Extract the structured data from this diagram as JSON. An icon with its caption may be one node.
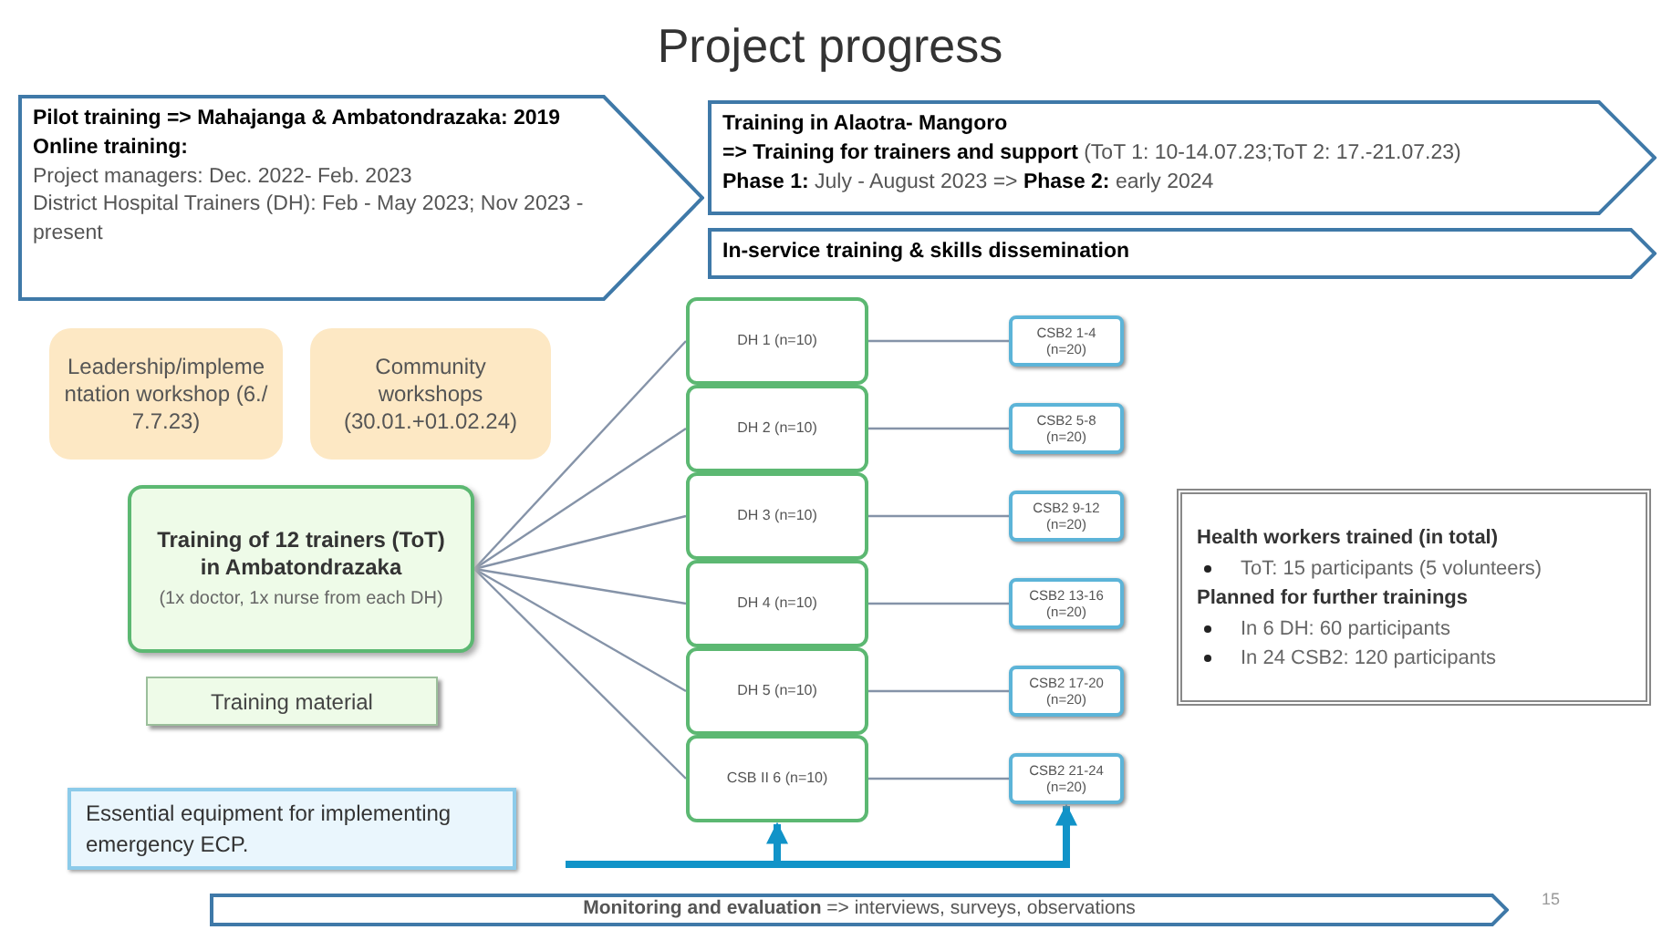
{
  "diagram": {
    "title": "Project progress",
    "nodes": [
      {
        "text": [
          "Pilot training => Mahajanga & Ambatondrazaka: 2019",
          "Online training:",
          "Project managers: Dec. 2022- Feb. 2023",
          "District Hospital Trainers (DH): Feb - May 2023; Nov 2023 - present"
        ]
      },
      {
        "text": [
          "Training in Alaotra- Mangoro",
          "**=> Training for trainers and support** (ToT 1: 10-14.07.23;ToT 2: 17.-21.07.23)",
          "**Phase 1:** July - August 2023 => **Phase 2:** early 2024"
        ]
      },
      {
        "text": [
          "In-service training & skills dissemination"
        ]
      },
      {
        "text": [
          "Leadership/implementation workshop (6./7.7.23)"
        ]
      },
      {
        "text": [
          "Community workshops (30.01.+01.02.24)"
        ]
      },
      {
        "text": [
          "Training of 12 trainers (ToT) in Ambatondrazaka",
          "(1x doctor, 1x nurse from each DH)"
        ]
      },
      {
        "text": [
          "Training material"
        ]
      },
      {
        "text": [
          "DH 1 (n=10)"
        ]
      },
      {
        "text": [
          "DH 2 (n=10)"
        ]
      },
      {
        "text": [
          "DH 3 (n=10)"
        ]
      },
      {
        "text": [
          "DH 4 (n=10)"
        ]
      },
      {
        "text": [
          "DH 5 (n=10)"
        ]
      },
      {
        "text": [
          "CSB II 6 (n=10)"
        ]
      },
      {
        "text": [
          "CSB2 1-4 (n=20)"
        ]
      },
      {
        "text": [
          "CSB2 5-8 (n=20)"
        ]
      },
      {
        "text": [
          "CSB2 9-12 (n=20)"
        ]
      },
      {
        "text": [
          "CSB2 13-16 (n=20)"
        ]
      },
      {
        "text": [
          "CSB2 17-20 (n=20)"
        ]
      },
      {
        "text": [
          "CSB2 21-24 (n=20)"
        ]
      },
      {
        "text": [
          "Health workers trained (in total)",
          "ToT: 15 participants (5 volunteers)",
          "Planned for further trainings",
          "In 6 DH: 60 participants",
          "In 24 CSB2: 120 participants"
        ]
      },
      {
        "text": [
          "Essential equipment for implementing emergency ECP."
        ]
      },
      {
        "text": [
          "**Monitoring and evaluation** => interviews, surveys, observations"
        ]
      }
    ],
    "edges": [
      {
        "from": 5,
        "to": 7,
        "arrow": "none"
      },
      {
        "from": 5,
        "to": 8,
        "arrow": "none"
      },
      {
        "from": 5,
        "to": 9,
        "arrow": "none"
      },
      {
        "from": 5,
        "to": 10,
        "arrow": "none"
      },
      {
        "from": 5,
        "to": 11,
        "arrow": "none"
      },
      {
        "from": 5,
        "to": 12,
        "arrow": "none"
      },
      {
        "from": 7,
        "to": 13,
        "arrow": "none"
      },
      {
        "from": 8,
        "to": 14,
        "arrow": "none"
      },
      {
        "from": 9,
        "to": 15,
        "arrow": "none"
      },
      {
        "from": 10,
        "to": 16,
        "arrow": "none"
      },
      {
        "from": 11,
        "to": 17,
        "arrow": "none"
      },
      {
        "from": 12,
        "to": 18,
        "arrow": "none"
      },
      {
        "from": null,
        "to": 12,
        "arrow": "to",
        "style": "thick",
        "color": "#1193c8"
      },
      {
        "from": null,
        "to": 18,
        "arrow": "to",
        "style": "thick",
        "color": "#1193c8"
      }
    ],
    "labels": [
      "15"
    ]
  }
}
